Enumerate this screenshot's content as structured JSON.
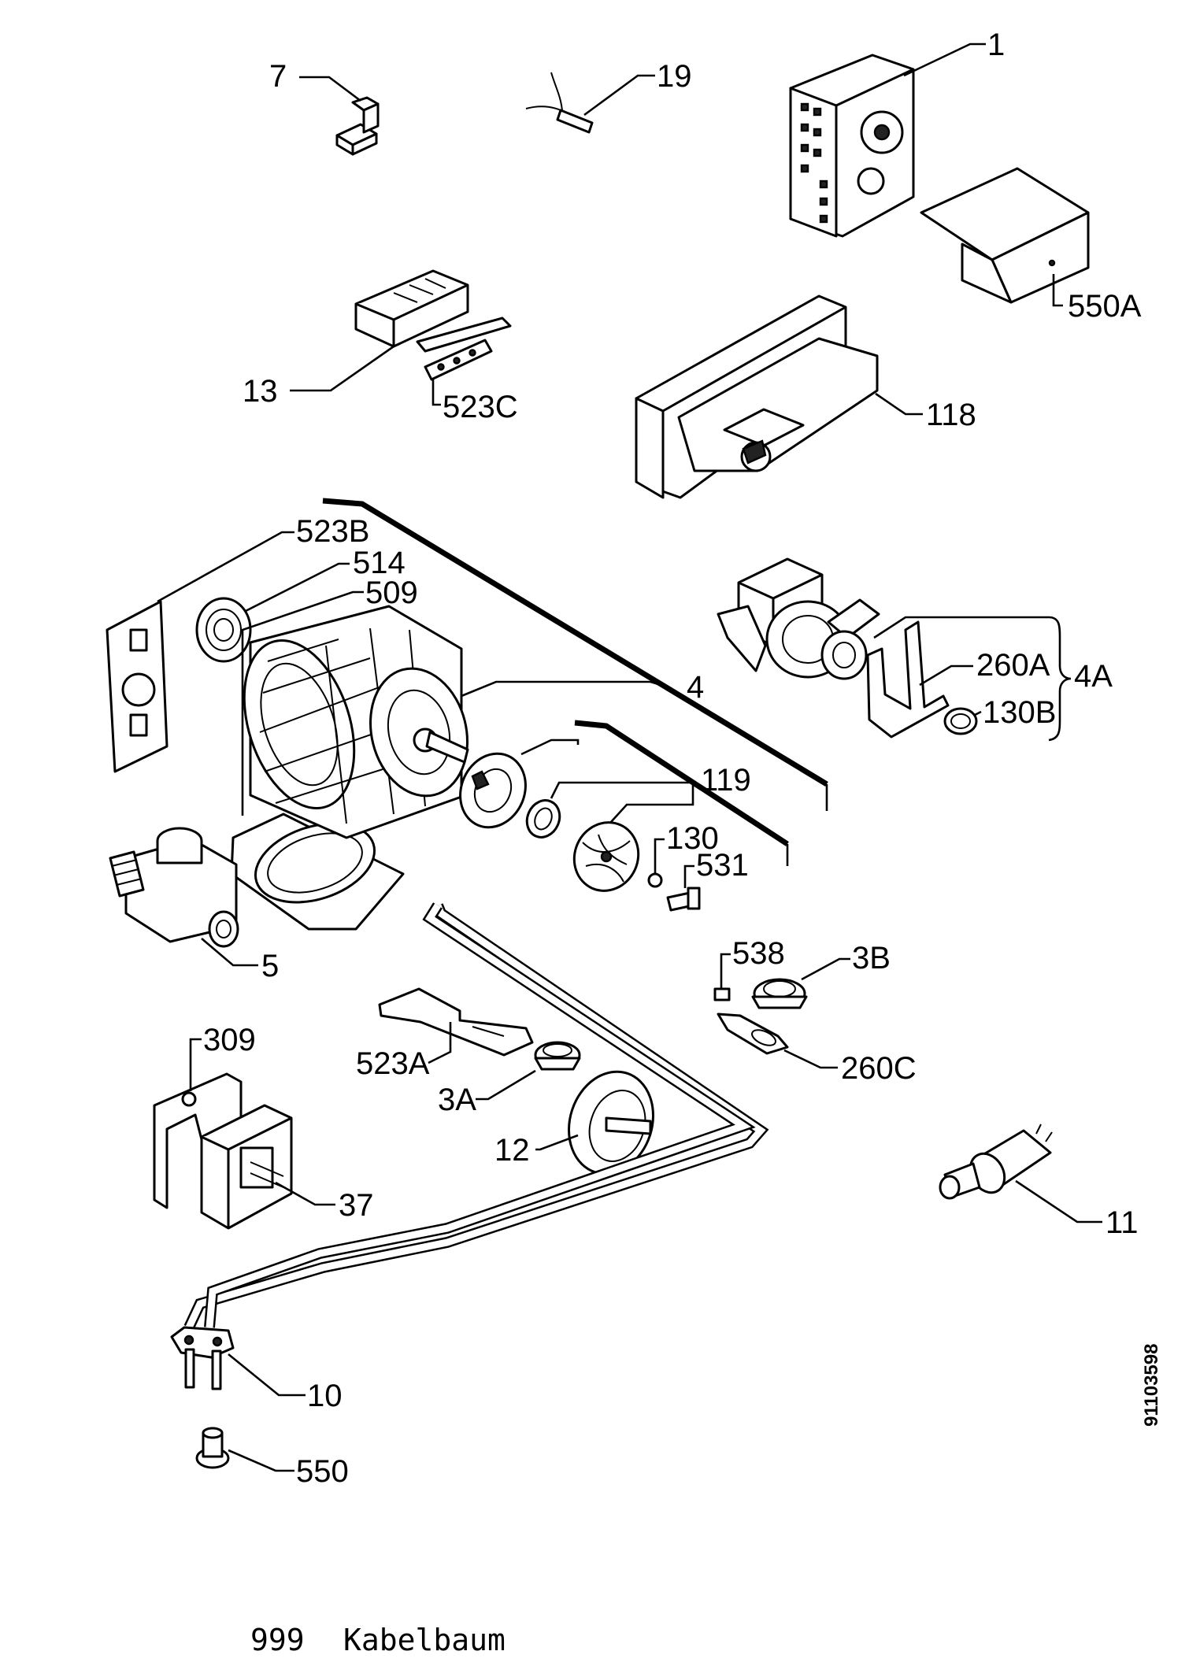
{
  "labels": {
    "p1": "1",
    "p7": "7",
    "p19": "19",
    "p550A": "550A",
    "p13": "13",
    "p523C": "523C",
    "p118": "118",
    "p523B": "523B",
    "p514": "514",
    "p509": "509",
    "p4": "4",
    "p260A": "260A",
    "p4A": "4A",
    "p130B": "130B",
    "p119": "119",
    "p130": "130",
    "p531": "531",
    "p5": "5",
    "p538": "538",
    "p3B": "3B",
    "p260C": "260C",
    "p309": "309",
    "p523A": "523A",
    "p3A": "3A",
    "p12": "12",
    "p37": "37",
    "p11": "11",
    "p10": "10",
    "p550": "550"
  },
  "drawing_number": "91103598",
  "footer": {
    "code": "999",
    "description": "Kabelbaum"
  }
}
